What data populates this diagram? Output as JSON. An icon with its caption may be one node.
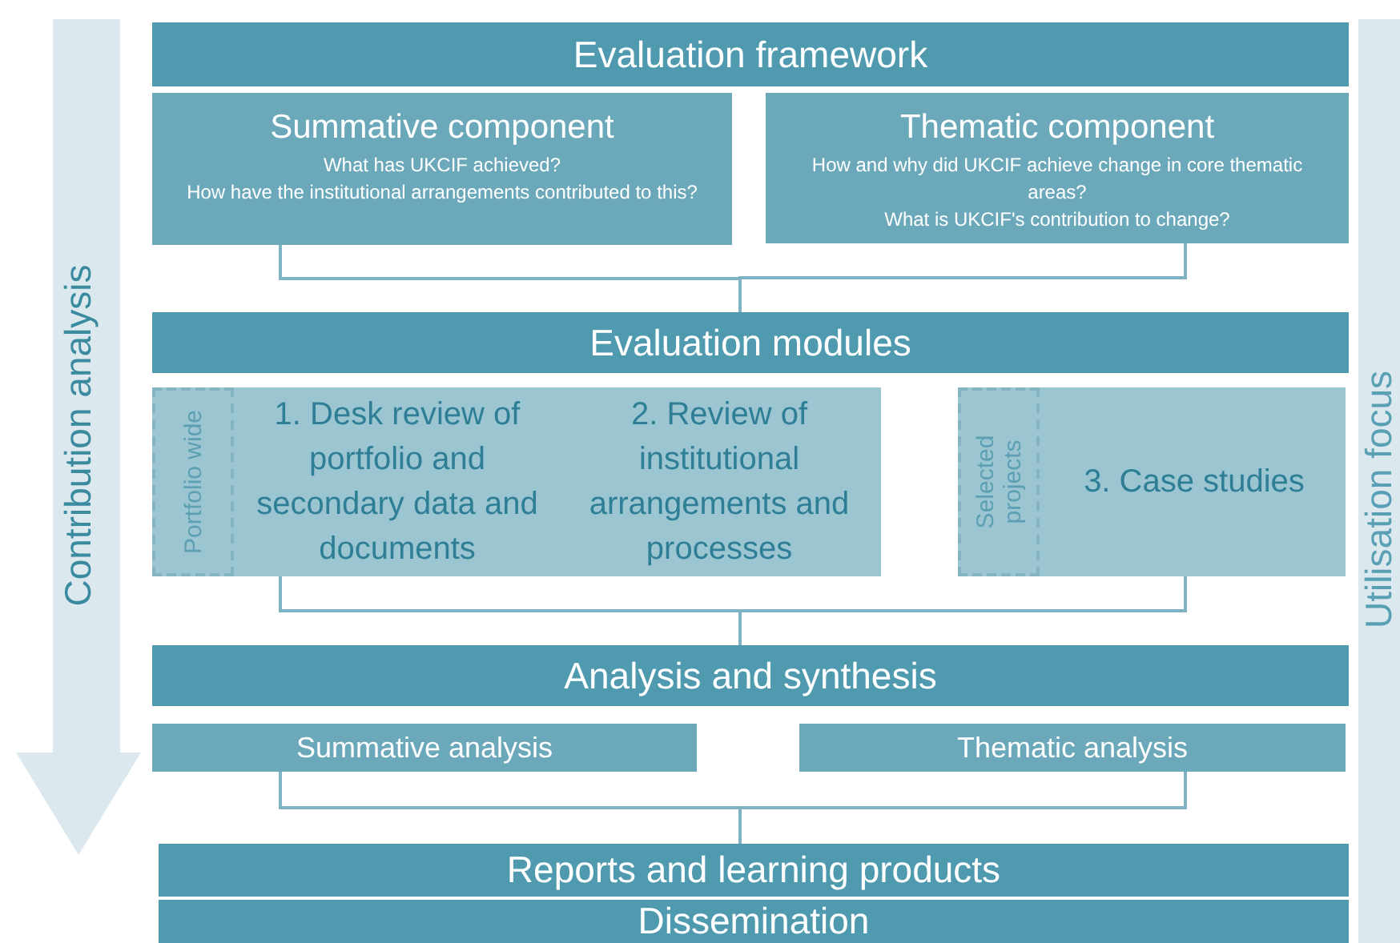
{
  "diagram": {
    "nodes": [
      {
        "text": [
          "Evaluation framework"
        ]
      },
      {
        "text": [
          "Summative component",
          "What has UKCIF achieved?",
          "How have the institutional arrangements contributed to this?"
        ]
      },
      {
        "text": [
          "Thematic component",
          "How and why did UKCIF achieve change in core thematic areas?",
          "What is UKCIF's contribution to change?"
        ]
      },
      {
        "text": [
          "Evaluation modules"
        ]
      },
      {
        "text": [
          "1. Desk review of portfolio and secondary data and documents",
          "2. Review of institutional arrangements and processes"
        ]
      },
      {
        "text": [
          "Portfolio wide"
        ],
        "in": 4
      },
      {
        "text": [
          "3. Case studies"
        ]
      },
      {
        "text": [
          "Selected projects"
        ],
        "in": 6
      },
      {
        "text": [
          "Analysis and synthesis"
        ]
      },
      {
        "text": [
          "Summative analysis"
        ]
      },
      {
        "text": [
          "Thematic analysis"
        ]
      },
      {
        "text": [
          "Reports and learning products"
        ]
      },
      {
        "text": [
          "Dissemination"
        ]
      },
      {
        "text": [
          "Contribution analysis"
        ]
      },
      {
        "text": [
          "Utilisation focus"
        ]
      }
    ],
    "edges": [
      {
        "from": 1,
        "to": 3,
        "arrow": "none"
      },
      {
        "from": 2,
        "to": 3,
        "arrow": "none"
      },
      {
        "from": 4,
        "to": 8,
        "arrow": "none"
      },
      {
        "from": 6,
        "to": 8,
        "arrow": "none"
      },
      {
        "from": 9,
        "to": 11,
        "arrow": "none"
      },
      {
        "from": 10,
        "to": 11,
        "arrow": "none"
      }
    ]
  }
}
